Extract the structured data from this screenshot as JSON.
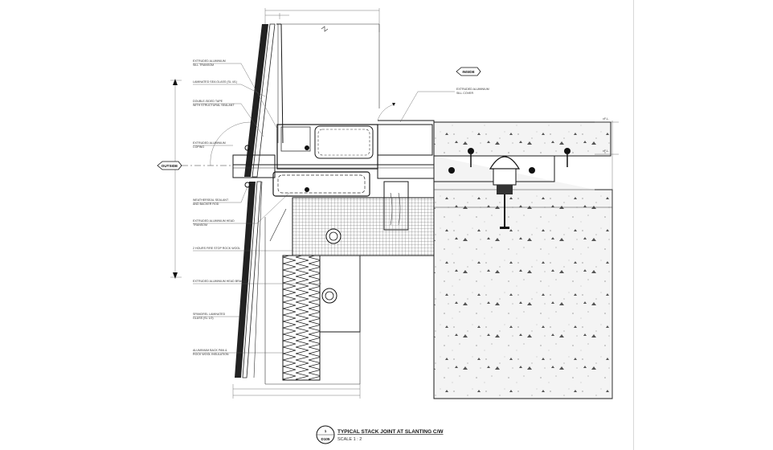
{
  "labels": {
    "inside": "INSIDE",
    "outside": "OUTSIDE",
    "sill_cover": [
      "EXTRUDED ALUMINIUM",
      "SILL COVER"
    ],
    "left_callouts": [
      [
        "EXTRUDED ALUMINIUM",
        "SILL TRANSOM"
      ],
      [
        "LAMINATED SEA GLASS (SL 4/1)"
      ],
      [
        "DOUBLE-SIDED TAPE",
        "WITH STRUCTURAL SEALANT"
      ],
      [
        "EXTRUDED ALUMINIUM",
        "COPING"
      ],
      [
        "WEATHERSEAL SEALANT",
        "AND BACKER ROD"
      ],
      [
        "EXTRUDED ALUMINIUM HEAD",
        "TRANSOM"
      ],
      [
        "2 HOURS FIRE STOP ROCK WOOL"
      ],
      [
        "EXTRUDED ALUMINIUM HEAD BRACKET"
      ],
      [
        "SPANDREL LAMINATED",
        "GLASS (SL 1/2)"
      ],
      [
        "ALUMINIUM BACK PAN &",
        "ROCK WOOL INSULATION"
      ]
    ],
    "title_block": {
      "number": "1",
      "sheet": "D105",
      "title": "TYPICAL STACK JOINT AT SLANTING C/W",
      "scale": "SCALE 1 : 2"
    }
  },
  "colors": {
    "line": "#1a1a1a",
    "concrete_fill": "#f4f4f4",
    "glass_dark": "#222222",
    "background": "#ffffff"
  }
}
